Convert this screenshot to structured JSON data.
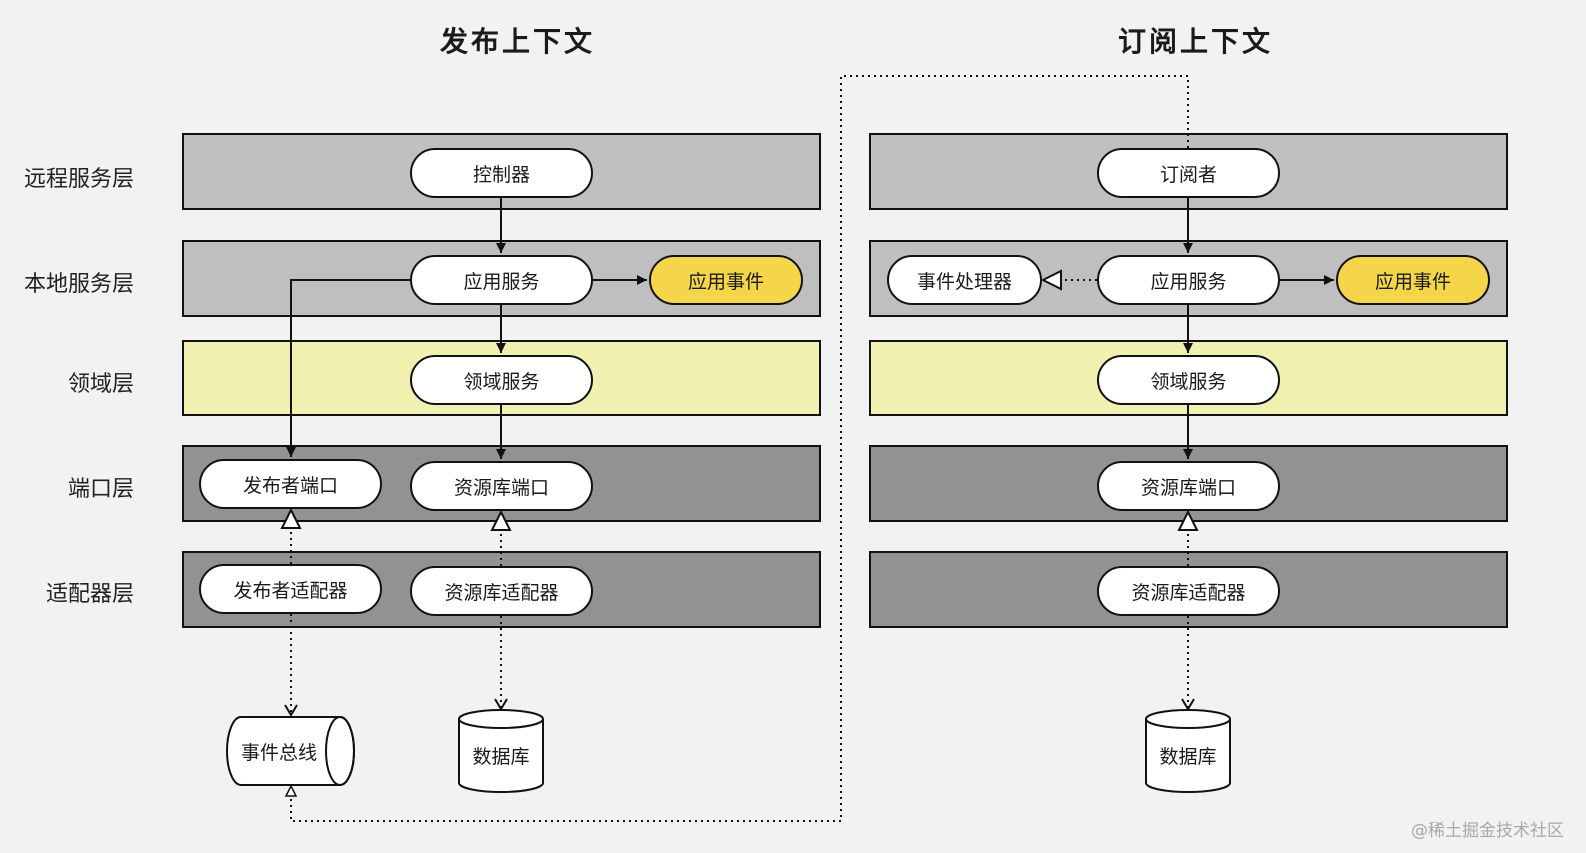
{
  "titles": {
    "publish": "发布上下文",
    "subscribe": "订阅上下文"
  },
  "layers": {
    "remote": "远程服务层",
    "local": "本地服务层",
    "domain": "领域层",
    "port": "端口层",
    "adapter": "适配器层"
  },
  "colors": {
    "remote_band": "#c0c0c0",
    "local_band": "#bfbfbf",
    "domain_band": "#f0f0b0",
    "port_band": "#929292",
    "adapter_band": "#929292",
    "event_node": "#f5d64a"
  },
  "publish": {
    "controller": "控制器",
    "app_service": "应用服务",
    "app_event": "应用事件",
    "domain_service": "领域服务",
    "publisher_port": "发布者端口",
    "repo_port": "资源库端口",
    "publisher_adapter": "发布者适配器",
    "repo_adapter": "资源库适配器",
    "event_bus": "事件总线",
    "database": "数据库"
  },
  "subscribe": {
    "subscriber": "订阅者",
    "event_handler": "事件处理器",
    "app_service": "应用服务",
    "app_event": "应用事件",
    "domain_service": "领域服务",
    "repo_port": "资源库端口",
    "repo_adapter": "资源库适配器",
    "database": "数据库"
  },
  "watermark": "@稀土掘金技术社区"
}
